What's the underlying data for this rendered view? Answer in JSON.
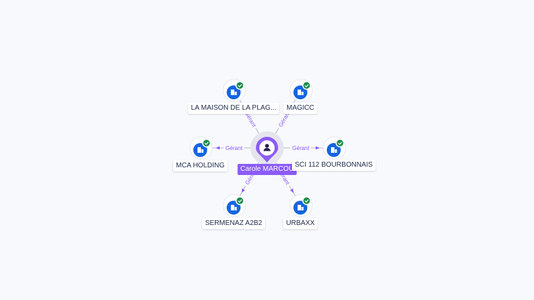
{
  "graph": {
    "colors": {
      "company_blue": "#1565e0",
      "person_purple": "#8b5cf6",
      "check_green": "#1c8b4a",
      "edge": "#b4b8c8",
      "edge_label": "#8b5cf6"
    },
    "center": {
      "name": "Carole MARCOU",
      "icon": "person-icon"
    },
    "companies": [
      {
        "name": "LA MAISON DE LA PLAG...",
        "role": "Gérant",
        "icon": "building-icon",
        "status": "verified"
      },
      {
        "name": "MAGICC",
        "role": "Gérant",
        "icon": "building-icon",
        "status": "verified"
      },
      {
        "name": "MCA HOLDING",
        "role": "Gérant",
        "icon": "building-icon",
        "status": "verified"
      },
      {
        "name": "SCI 112 BOURBONNAIS",
        "role": "Gérant",
        "icon": "building-icon",
        "status": "verified"
      },
      {
        "name": "SERMENAZ A2B2",
        "role": "Gérant",
        "icon": "building-icon",
        "status": "verified"
      },
      {
        "name": "URBAXX",
        "role": "Gérant",
        "icon": "building-icon",
        "status": "verified"
      }
    ]
  }
}
